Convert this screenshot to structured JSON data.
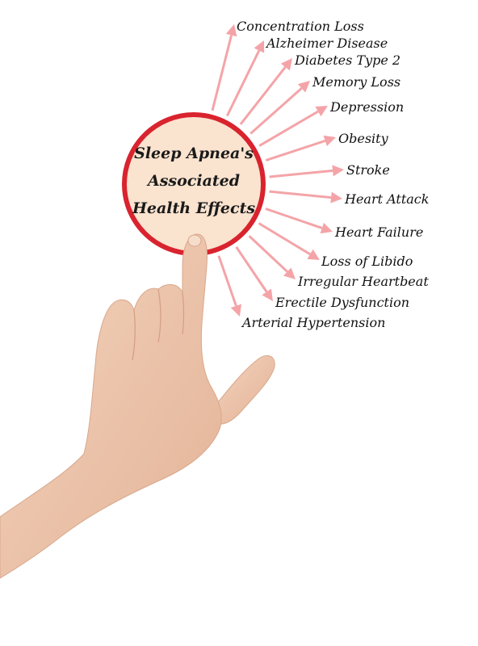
{
  "center": {
    "lines": [
      "Sleep Apnea's",
      "Associated",
      "Health Effects"
    ],
    "fill_color": "#fae3cf",
    "ring_color": "#d9232e"
  },
  "arrow_color": "#f4a4a8",
  "effects": [
    "Concentration Loss",
    "Alzheimer Disease",
    "Diabetes Type 2",
    "Memory Loss",
    "Depression",
    "Obesity",
    "Stroke",
    "Heart Attack",
    "Heart Failure",
    "Loss of Libido",
    "Irregular Heartbeat",
    "Erectile Dysfunction",
    "Arterial Hypertension"
  ],
  "hand_image": "pointing-hand"
}
